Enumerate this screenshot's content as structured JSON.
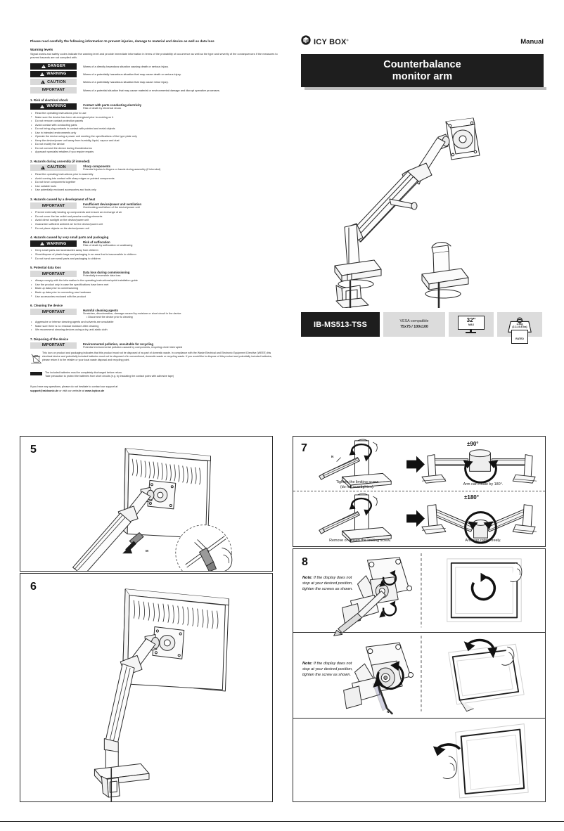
{
  "header": {
    "brand": "ICY BOX",
    "brand_tm": "®",
    "manual_label": "Manual",
    "title_line1": "Counterbalance",
    "title_line2": "monitor arm",
    "logo_icon": "cube-logo-icon",
    "hero_icon": "monitor-arm-illustration"
  },
  "spec_strip": {
    "sku": "IB-MS513-TSS",
    "vesa_line1": "VESA compatible",
    "vesa_line2": "75x75 / 100x100",
    "screen_size": "32\"",
    "screen_size_sub": "MAX",
    "weight_line1": "1-9kg",
    "weight_line2": "(2.2-19.8 lbs)",
    "weight_line3": "RATED",
    "monitor_icon": "monitor-size-icon",
    "weight_icon": "weight-rating-icon"
  },
  "safety": {
    "lead": "Please read carefully the following information to prevent injuries, damage to material and device as well as data loss",
    "warning_levels_heading": "Warning levels",
    "warning_levels_text": "Signal words and safety codes indicate the warning level and provide immediate information in terms of the probability of occurrence as well as the type and severity of the consequences if the measures to prevent hazards are not complied with.",
    "levels": [
      {
        "badge": "DANGER",
        "icon": "warning-triangle-icon",
        "desc": "Warns of a directly hazardous situation causing death or serious injury."
      },
      {
        "badge": "WARNING",
        "icon": "warning-triangle-icon",
        "desc": "Warns of a potentially hazardous situation that may cause death or serious injury."
      },
      {
        "badge": "CAUTION",
        "icon": "warning-triangle-icon",
        "desc": "Warns of a potentially hazardous situation that may cause minor injury."
      },
      {
        "badge": "IMPORTANT",
        "icon": "",
        "desc": "Warns of a potential situation that may cause material or environmental damage and disrupt operative processes."
      }
    ],
    "sections": [
      {
        "title": "1. Risk of electrical shock",
        "badge": "WARNING",
        "badge_style": "dark",
        "head1": "Contact with parts conducting electricity",
        "head2": "Risk of death by electrical shock",
        "bullets": [
          "Read the operating instructions prior to use",
          "Make sure the device has been de-energised prior to working on it",
          "Do not remove contact protection panels",
          "Avoid contact with conducting parts",
          "Do not bring plug contacts in contact with pointed and metal objects",
          "Use in intended environments only",
          "Operate the device using a power unit meeting the specifications of the type plate only",
          "Keep the device/power unit away from humidity, liquid, vapour and dust",
          "Do not modify the device",
          "Do not connect the device during thunderstorms",
          "Approach specialist retailers if you require repairs"
        ]
      },
      {
        "title": "2. Hazards during assembly (if intended)",
        "badge": "CAUTION",
        "badge_style": "light",
        "head1": "Sharp components",
        "head2": "Potential injuries to fingers or hands during assembly (if intended)",
        "bullets": [
          "Read the operating instructions prior to assembly",
          "Avoid coming into contact with sharp edges or pointed components",
          "Do not force components together",
          "Use suitable tools",
          "Use potentially enclosed accessories and tools only"
        ]
      },
      {
        "title": "3. Hazards caused by a development of heat",
        "badge": "IMPORTANT",
        "badge_style": "plain",
        "head1": "Insufficient device/power unit ventilation",
        "head2": "Overheating and failure of the device/power unit",
        "bullets": [
          "Prevent externally heating up components and ensure an exchange of air",
          "Do not cover the fan outlet and passive cooling elements",
          "Avoid direct sunlight on the device/power unit",
          "Guarantee sufficient ambient air for the device/power unit",
          "Do not place objects on the device/power unit"
        ]
      },
      {
        "title": "4. Hazards caused by very small parts and packaging",
        "badge": "WARNING",
        "badge_style": "dark",
        "head1": "Risk of suffocation",
        "head2": "Risk of death by suffocation or swallowing",
        "bullets": [
          "Keep small parts and accessories away from children",
          "Store/dispose of plastic bags and packaging in an area that is inaccessible to children",
          "Do not hand over small parts and packaging to children"
        ]
      },
      {
        "title": "5. Potential data loss",
        "badge": "IMPORTANT",
        "badge_style": "plain",
        "head1": "Data loss during commissioning",
        "head2": "Potentially irreversible data loss",
        "bullets": [
          "Always comply with the information in the operating instructions/quick installation guide",
          "Use the product only in case the specifications have been met",
          "Back up data prior to commissioning",
          "Back up data prior to connecting new hardware",
          "Use accessories enclosed with the product"
        ]
      },
      {
        "title": "6. Cleaning the device",
        "badge": "IMPORTANT",
        "badge_style": "plain",
        "head1": "Harmful cleaning agents",
        "head2": "Scratches, discolouration, damage caused by moisture or short circuit in the device",
        "head3": "Disconnect the device prior to cleaning",
        "bullets": [
          "Aggressive or intense cleaning agents and solvents are unsuitable",
          "Make sure there is no residual moisture after cleaning",
          "We recommend cleaning devices using a dry, anti-static cloth"
        ]
      },
      {
        "title": "7. Disposing of the device",
        "badge": "IMPORTANT",
        "badge_style": "plain",
        "head1": "Environmental pollution, unsuitable for recycling",
        "head2": "Potential environmental pollution caused by components, recycling circle interrupted",
        "paragraph": "This icon on product and packaging indicates that this product must not be disposed of as part of domestic waste. In compliance with the Waste Electrical and Electronic Equipment Directive (WEEE) this electrical device and potentially included batteries must not be disposed of in conventional, domestic waste or recycling waste. If you would like to dispose of this product and potentially included batteries, please return it to the retailer or your local waste disposal and recycling point.",
        "weee_icon": "crossed-out-wheelie-bin-icon",
        "battery_icon": "battery-icon",
        "battery_line1": "The included batteries must be completely discharged before return.",
        "battery_line2": "Take precaution to protect the batteries from short circuits (e.g. by insulating the contact poles with adhesive tape)"
      }
    ],
    "contact_line1": "If you have any questions, please do not hesitate to contact our support at",
    "contact_email": "support@raidsonic.de",
    "contact_mid": " or visit our website at ",
    "contact_site": "www.icybox.de"
  },
  "steps": [
    {
      "number": "5",
      "name": "step-5",
      "captions": [],
      "labels": [
        {
          "text": "M",
          "name": "label-m"
        }
      ]
    },
    {
      "number": "6",
      "name": "step-6",
      "captions": [],
      "labels": []
    },
    {
      "number": "7",
      "name": "step-7",
      "captions": [
        {
          "text": "Tighten the limiting screw\n(do not overtighten).",
          "name": "caption-tighten-screw"
        },
        {
          "text": "Arm can rotate by 180°.",
          "name": "caption-rotate-180"
        },
        {
          "text": "Remove or loosen the limiting screw.",
          "name": "caption-remove-screw"
        },
        {
          "text": "Arm can rotate freely.",
          "name": "caption-rotate-freely"
        }
      ],
      "degrees": [
        "±90°",
        "±180°"
      ],
      "labels": [
        {
          "text": "N",
          "name": "label-n"
        }
      ]
    },
    {
      "number": "8",
      "name": "step-8",
      "notes": [
        {
          "bold": "Note:",
          "text": " If the display does not stop at your desired position, tighten the screws as shown.",
          "name": "note-tighten-screws"
        },
        {
          "bold": "Note:",
          "text": " If the display does not stop at your desired position, tighten the screw as shown.",
          "name": "note-tighten-screw"
        }
      ],
      "labels": [
        {
          "text": "N",
          "name": "label-n2"
        }
      ]
    }
  ],
  "colors": {
    "ink": "#1c1c1c",
    "badge_light": "#d9d9d9",
    "spec_bg": "#dcdcdc",
    "title_band": "#1e1e1e",
    "title_shadow": "#bdbdbd"
  }
}
